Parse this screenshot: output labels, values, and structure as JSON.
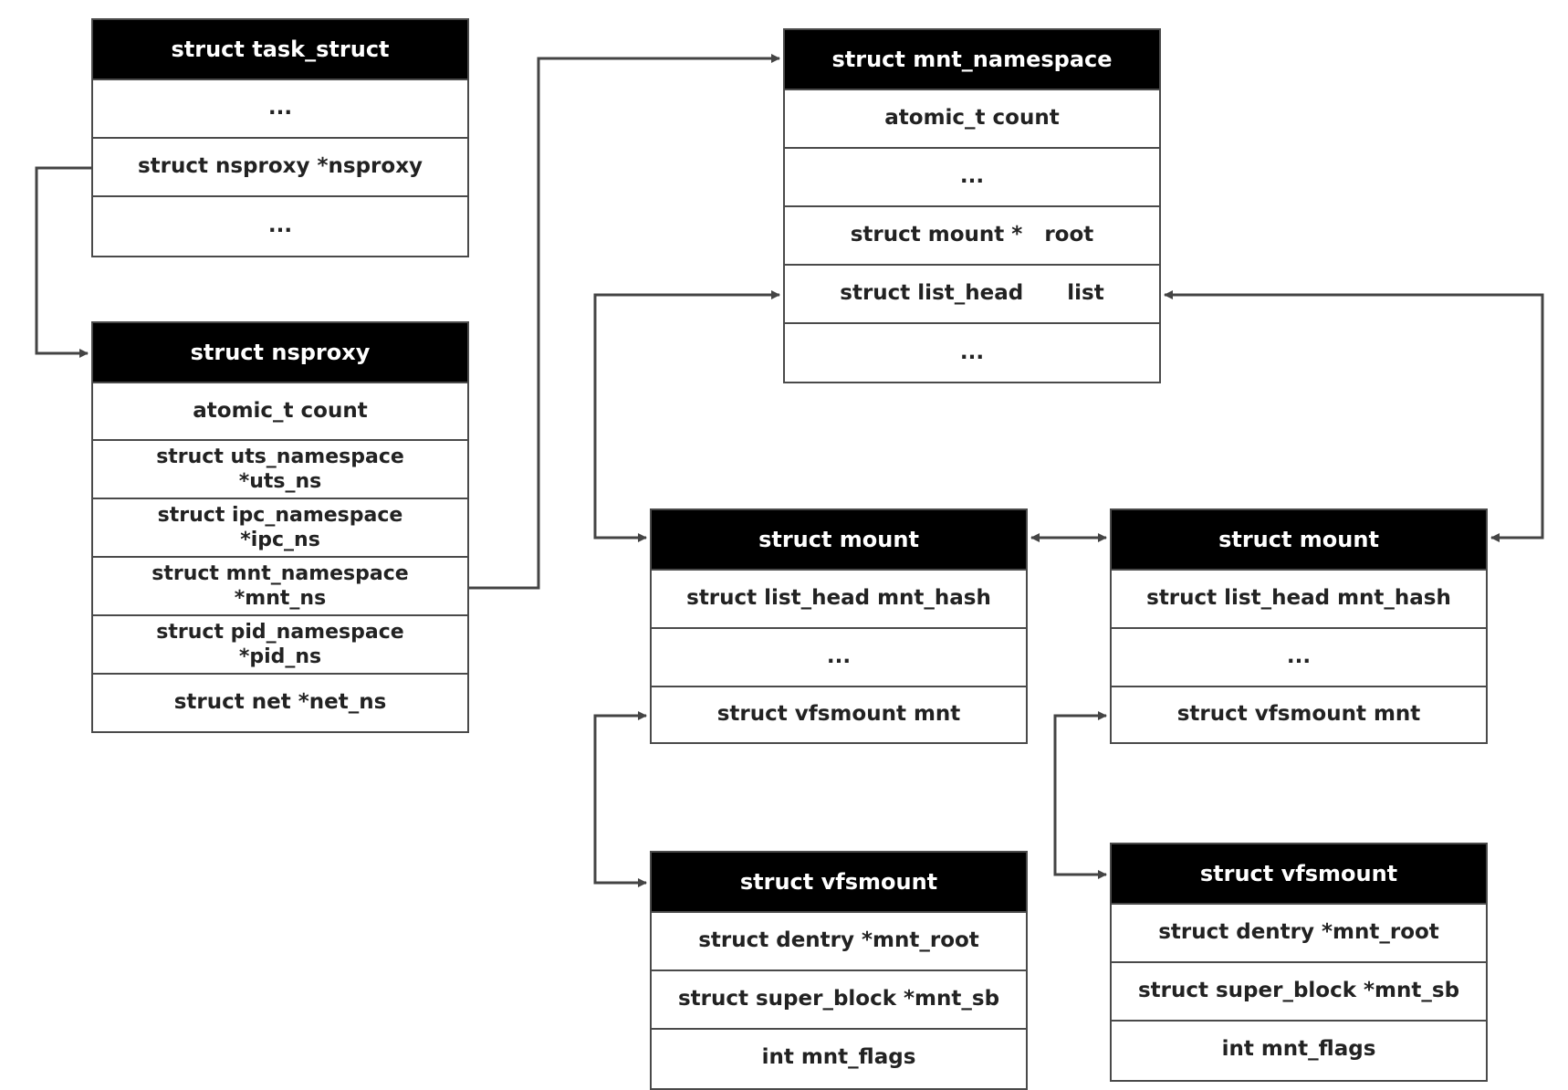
{
  "colors": {
    "header_bg": "#000000",
    "header_text": "#ffffff",
    "border": "#4a4a4a",
    "line": "#444444"
  },
  "structs": {
    "task_struct": {
      "title": "struct task_struct",
      "fields": [
        "...",
        "struct nsproxy *nsproxy",
        "..."
      ]
    },
    "nsproxy": {
      "title": "struct nsproxy",
      "fields": [
        "atomic_t count",
        "struct uts_namespace\n*uts_ns",
        "struct ipc_namespace\n*ipc_ns",
        "struct mnt_namespace\n*mnt_ns",
        "struct pid_namespace\n*pid_ns",
        "struct net *net_ns"
      ]
    },
    "mnt_namespace": {
      "title": "struct mnt_namespace",
      "fields": [
        "atomic_t count",
        "...",
        "struct mount *   root",
        "struct list_head      list",
        "..."
      ]
    },
    "mount_a": {
      "title": "struct mount",
      "fields": [
        "struct list_head mnt_hash",
        "...",
        "struct vfsmount mnt"
      ]
    },
    "mount_b": {
      "title": "struct mount",
      "fields": [
        "struct list_head mnt_hash",
        "...",
        "struct vfsmount mnt"
      ]
    },
    "vfsmount_a": {
      "title": "struct vfsmount",
      "fields": [
        "struct dentry *mnt_root",
        "struct super_block *mnt_sb",
        "int mnt_flags"
      ]
    },
    "vfsmount_b": {
      "title": "struct vfsmount",
      "fields": [
        "struct dentry *mnt_root",
        "struct super_block *mnt_sb",
        "int mnt_flags"
      ]
    }
  }
}
